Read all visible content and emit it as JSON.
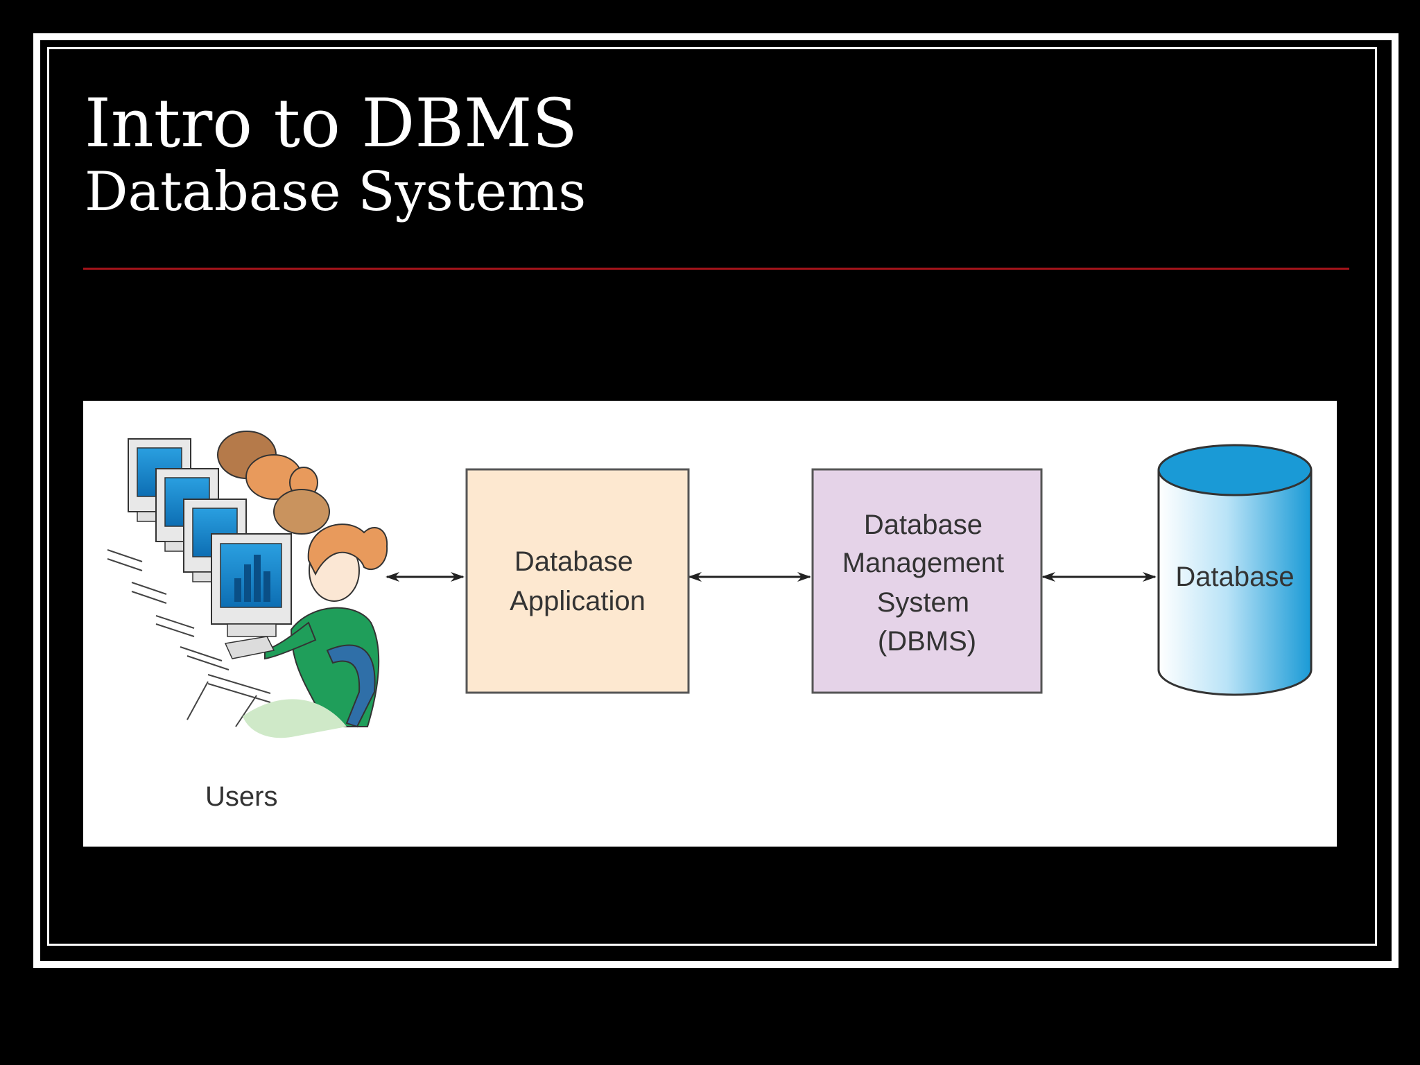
{
  "slide": {
    "title": "Intro to DBMS",
    "subtitle": "Database Systems",
    "accent_color": "#a3141a"
  },
  "diagram": {
    "users_label": "Users",
    "application": {
      "lines": [
        "Database",
        "Application"
      ],
      "fill": "#fde8d0"
    },
    "dbms": {
      "lines": [
        "Database",
        "Management",
        "System",
        "(DBMS)"
      ],
      "fill": "#e5d3e8"
    },
    "database": {
      "label": "Database",
      "fill": "#1a9ad6"
    },
    "connectors": [
      "users-to-application",
      "application-to-dbms",
      "dbms-to-database"
    ]
  }
}
